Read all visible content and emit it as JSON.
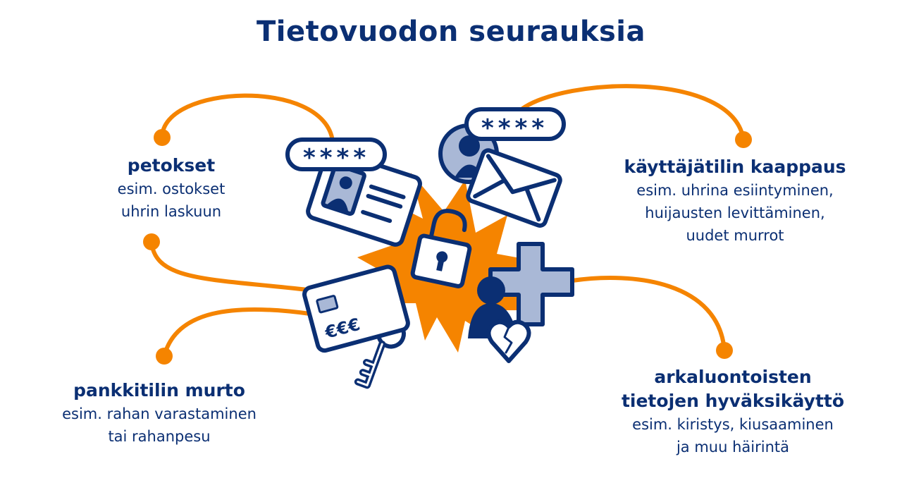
{
  "title": "Tietovuodon seurauksia",
  "colors": {
    "navy": "#0b2f73",
    "orange": "#f58400",
    "light_blue": "#a9b8d6"
  },
  "consequences": [
    {
      "heading": "petokset",
      "lines": [
        "esim. ostokset",
        "uhrin laskuun"
      ]
    },
    {
      "heading": "käyttäjätilin kaappaus",
      "lines": [
        "esim. uhrina esiintyminen,",
        "huijausten levittäminen,",
        "uudet murrot"
      ]
    },
    {
      "heading": "pankkitilin murto",
      "lines": [
        "esim. rahan varastaminen",
        "tai rahanpesu"
      ]
    },
    {
      "heading_lines": [
        "arkaluontoisten",
        "tietojen hyväksikäyttö"
      ],
      "lines": [
        "esim. kiristys, kiusaaminen",
        "ja muu häirintä"
      ]
    }
  ],
  "illustration": {
    "password_mask": "****",
    "card_currency": "€€€",
    "icons": [
      "password-field",
      "id-card",
      "user-avatar",
      "envelope",
      "open-padlock",
      "credit-card",
      "key",
      "medical-cross",
      "person",
      "broken-heart",
      "explosion-burst"
    ]
  }
}
